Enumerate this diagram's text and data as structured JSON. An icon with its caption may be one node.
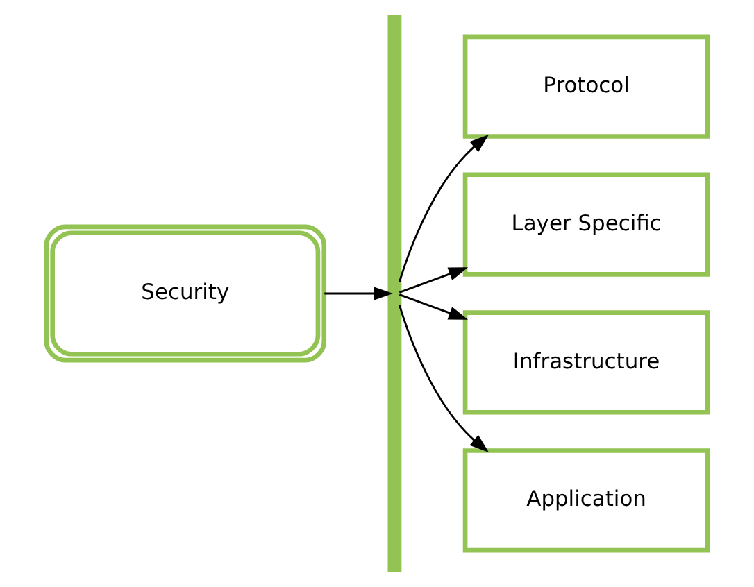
{
  "diagram": {
    "nodes": [
      {
        "text": [
          "Security"
        ]
      },
      {
        "text": [],
        "shape": "bar"
      },
      {
        "text": [
          "Protocol"
        ]
      },
      {
        "text": [
          "Layer Specific"
        ]
      },
      {
        "text": [
          "Infrastructure"
        ]
      },
      {
        "text": [
          "Application"
        ]
      }
    ],
    "edges": [
      {
        "from": 0,
        "to": 1,
        "arrow": "to"
      },
      {
        "from": 1,
        "to": 2,
        "arrow": "to"
      },
      {
        "from": 1,
        "to": 3,
        "arrow": "to"
      },
      {
        "from": 1,
        "to": 4,
        "arrow": "to"
      },
      {
        "from": 1,
        "to": 5,
        "arrow": "to"
      }
    ]
  }
}
